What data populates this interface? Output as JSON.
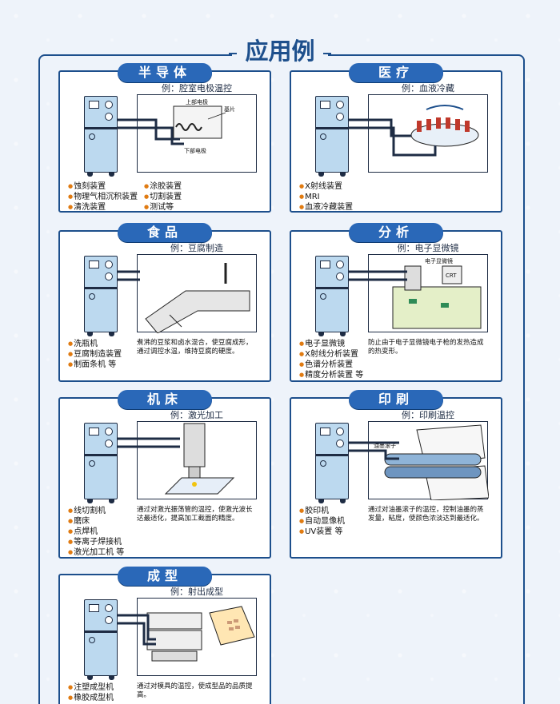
{
  "page_title": "应用例",
  "panels": {
    "semi": {
      "title": "半导体",
      "example": "例：腔室电极温控",
      "diagram_labels": {
        "upper": "上部电极",
        "lower": "下部电极",
        "wafer": "基片"
      },
      "list_left": [
        "蚀刻装置",
        "物理气相沉积装置",
        "清洗装置"
      ],
      "list_right": [
        "涂胶装置",
        "切割装置",
        "测试等"
      ]
    },
    "medical": {
      "title": "医疗",
      "example": "例：血液冷藏",
      "list": [
        "X射线装置",
        "MRI",
        "血液冷藏装置"
      ]
    },
    "food": {
      "title": "食品",
      "example": "例：豆腐制造",
      "list": [
        "洗瓶机",
        "豆腐制造装置",
        "制面条机  等"
      ],
      "desc": "煮沸的豆浆和卤水混合，使豆腐成形，通过调控水温，维持豆腐的硬度。"
    },
    "analysis": {
      "title": "分析",
      "example": "例：电子显微镜",
      "diagram_labels": {
        "scope": "电子显微镜",
        "crt": "CRT"
      },
      "list": [
        "电子显微镜",
        "X射线分析装置",
        "色谱分析装置",
        "精度分析装置  等"
      ],
      "desc": "防止由于电子显微镜电子枪的发热造成的热变形。"
    },
    "machine": {
      "title": "机床",
      "example": "例：激光加工",
      "list": [
        "线切割机",
        "磨床",
        "点焊机",
        "等离子焊接机",
        "激光加工机  等"
      ],
      "desc": "通过对激光振荡管的温控，使激光波长达最适化，提高加工截面的精度。"
    },
    "print": {
      "title": "印刷",
      "example": "例：印刷温控",
      "diagram_labels": {
        "roller": "油墨滚子"
      },
      "list": [
        "胶印机",
        "自动显像机",
        "UV装置  等"
      ],
      "desc": "通过对油墨滚子的温控，控制油墨的蒸发量，粘度，使颜色浓淡达到最适化。"
    },
    "molding": {
      "title": "成型",
      "example": "例：射出成型",
      "list": [
        "注塑成型机",
        "橡胶成型机"
      ],
      "desc": "通过对模具的温控，使成型品的品质提高。"
    }
  }
}
